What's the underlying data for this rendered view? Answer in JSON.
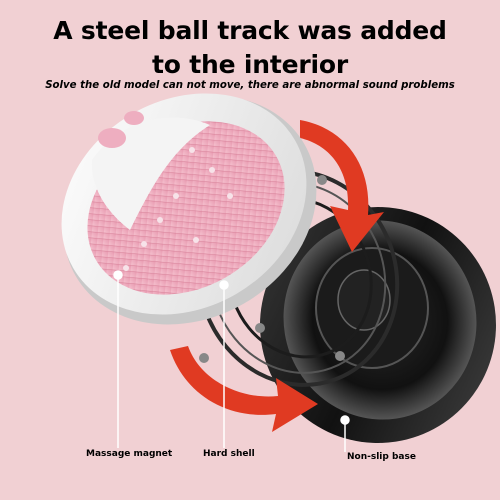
{
  "headline": {
    "line1": "A steel ball track was added",
    "line2": "to the interior"
  },
  "subheadline": "Solve the old model can not move, there are abnormal sound problems",
  "callouts": {
    "massage_magnet": "Massage magnet",
    "hard_shell": "Hard shell",
    "non_slip_base": "Non-slip base"
  },
  "colors": {
    "background": "#f1d0d3",
    "shell": "#f4f4f4",
    "pad_pink": "#eeaec0",
    "arrow_red": "#e03a22",
    "base": "#1e1e1e"
  },
  "icons": [
    "rotation-arrow-icon"
  ]
}
